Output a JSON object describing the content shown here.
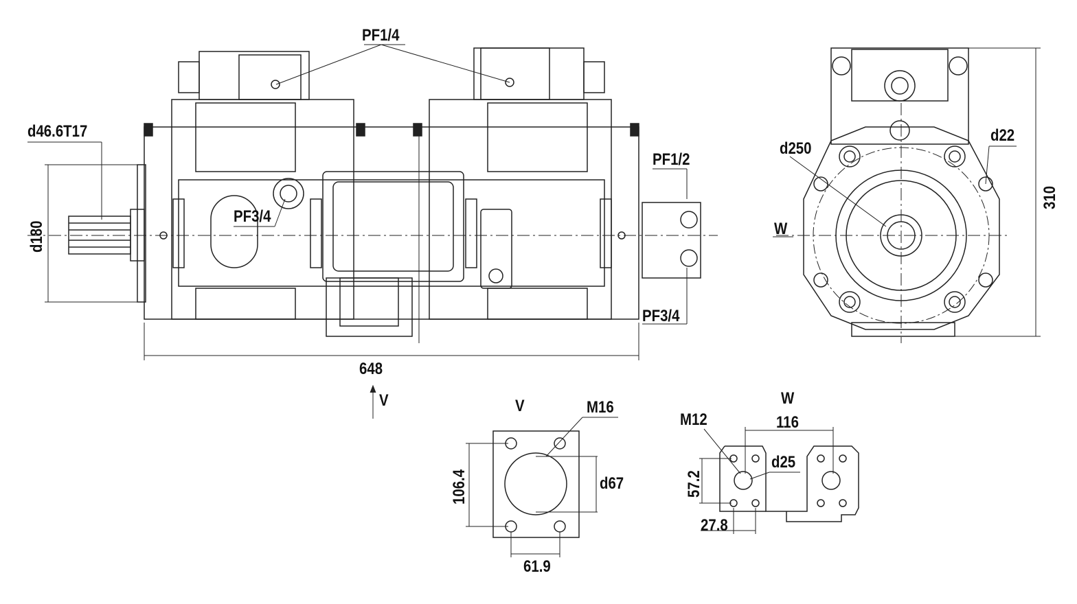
{
  "labels": {
    "pf14": "PF1/4",
    "shaft": "d46.6T17",
    "d180": "d180",
    "pf34_left": "PF3/4",
    "pf12": "PF1/2",
    "pf34_right": "PF3/4",
    "length": "648",
    "view_v_arrow": "V",
    "d250": "d250",
    "d22": "d22",
    "view_w_arrow": "W",
    "height": "310",
    "v_title": "V",
    "m16": "M16",
    "v_106": "106.4",
    "d67": "d67",
    "v_619": "61.9",
    "w_title": "W",
    "m12": "M12",
    "w_116": "116",
    "w_572": "57.2",
    "d25": "d25",
    "w_278": "27.8"
  },
  "colors": {
    "line": "#222222",
    "background": "#ffffff"
  }
}
